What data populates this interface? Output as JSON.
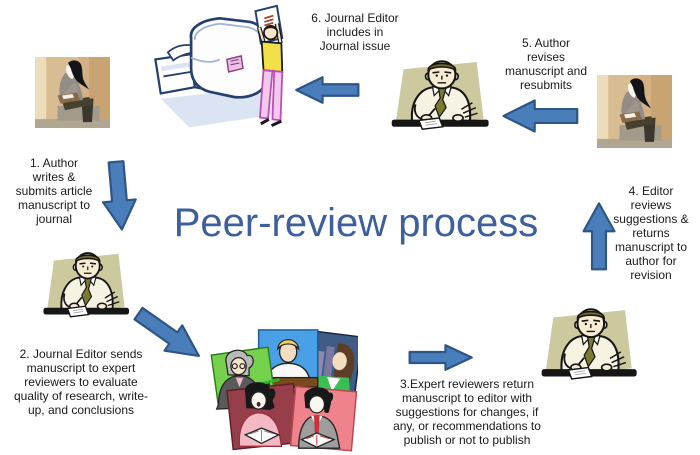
{
  "title": {
    "text": "Peer-review process"
  },
  "steps": [
    {
      "id": "1",
      "text": "1. Author\nwrites &\nsubmits article\nmanuscript to\njournal"
    },
    {
      "id": "2",
      "text": "2. Journal Editor sends\nmanuscript to expert\nreviewers to evaluate\nquality of research, write-\nup, and conclusions"
    },
    {
      "id": "3",
      "text": "3.Expert reviewers return\nmanuscript to editor with\nsuggestions for changes, if\nany, or recommendations to\npublish or not to publish"
    },
    {
      "id": "4",
      "text": "4. Editor\nreviews\nsuggestions &\nreturns\nmanuscript to\nauthor for\nrevision"
    },
    {
      "id": "5",
      "text": "5. Author\nrevises\nmanuscript and\nresubmits"
    },
    {
      "id": "6",
      "text": "6. Journal Editor\nincludes in\nJournal issue"
    }
  ],
  "illustrations": [
    {
      "name": "author-sitting-writing-top-left"
    },
    {
      "name": "copier-printing-journal"
    },
    {
      "name": "editor-at-desk-top"
    },
    {
      "name": "author-sitting-writing-right"
    },
    {
      "name": "journal-editor-at-desk-left"
    },
    {
      "name": "expert-reviewers-group"
    },
    {
      "name": "editor-at-desk-bottom-right"
    }
  ],
  "colors": {
    "arrow_fill": "#4a7ebb",
    "arrow_stroke": "#2d5586",
    "title_color": "#3e5f9e",
    "text_color": "#1a1a1a"
  }
}
